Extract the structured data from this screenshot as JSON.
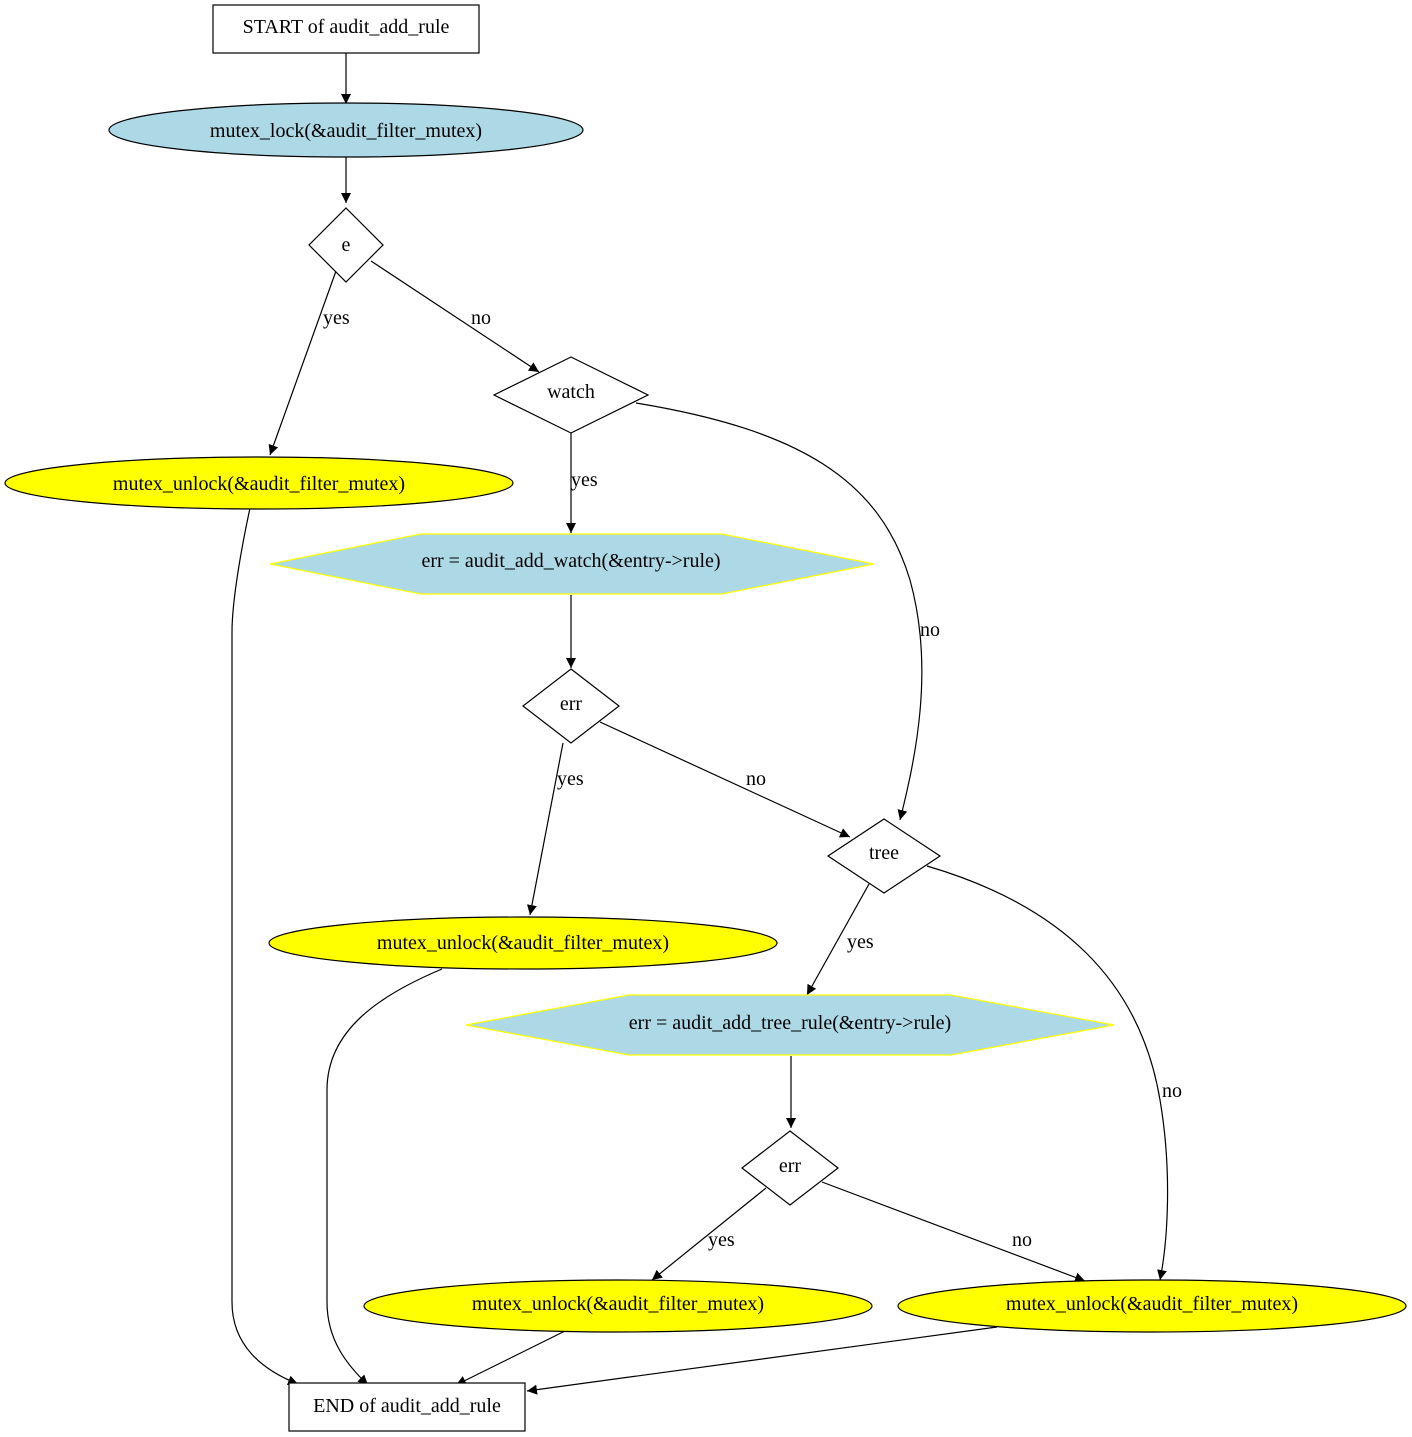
{
  "diagram": {
    "colors": {
      "lightblue": "#add8e6",
      "yellow": "#ffff00",
      "white": "#ffffff",
      "stroke": "#000000"
    },
    "nodes": {
      "start": "START of audit_add_rule",
      "lock": "mutex_lock(&audit_filter_mutex)",
      "cond_e": "e",
      "unlock_1": "mutex_unlock(&audit_filter_mutex)",
      "cond_watch": "watch",
      "add_watch": "err = audit_add_watch(&entry->rule)",
      "cond_err_1": "err",
      "unlock_2": "mutex_unlock(&audit_filter_mutex)",
      "cond_tree": "tree",
      "add_tree": "err = audit_add_tree_rule(&entry->rule)",
      "cond_err_2": "err",
      "unlock_3": "mutex_unlock(&audit_filter_mutex)",
      "unlock_4": "mutex_unlock(&audit_filter_mutex)",
      "end": "END of audit_add_rule"
    },
    "edge_labels": {
      "e_yes": "yes",
      "e_no": "no",
      "watch_yes": "yes",
      "watch_no": "no",
      "err1_yes": "yes",
      "err1_no": "no",
      "tree_yes": "yes",
      "tree_no": "no",
      "err2_yes": "yes",
      "err2_no": "no"
    }
  }
}
